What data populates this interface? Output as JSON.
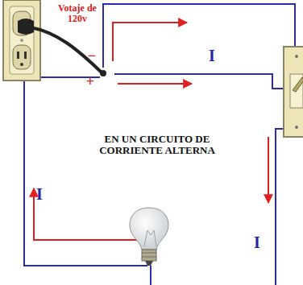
{
  "diagram": {
    "labels": [
      "Votaje de 120v",
      "−",
      "+",
      "I",
      "I",
      "I",
      "EN UN CIRCUITO DE CORRIENTE ALTERNA"
    ]
  }
}
